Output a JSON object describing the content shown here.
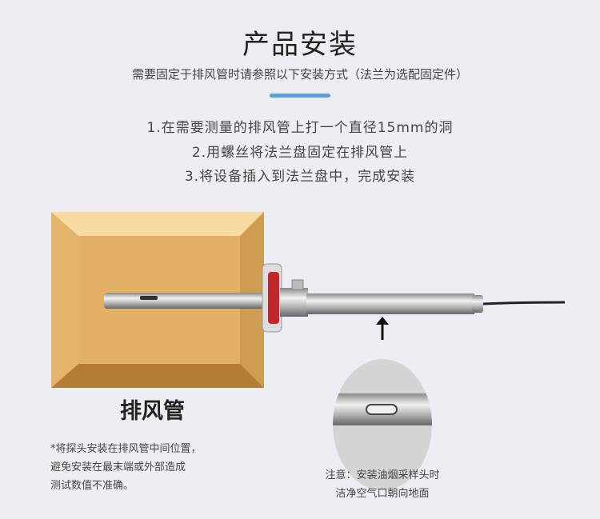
{
  "title": "产品安装",
  "subtitle": "需要固定于排风管时请参照以下安装方式（法兰为选配固定件）",
  "steps": [
    "1.在需要测量的排风管上打一个直径15mm的洞",
    "2.用螺丝将法兰盘固定在排风管上",
    "3.将设备插入到法兰盘中，完成安装"
  ],
  "duct_label": "排风管",
  "left_note": [
    "*将探头安装在排风管中间位置，",
    "避免安装在最末端或外部造成",
    "测试数值不准确。"
  ],
  "right_note": [
    "注意：安装油烟采样头时",
    "洁净空气口朝向地面"
  ],
  "colors": {
    "accent": "#5a9ee0",
    "flange": "#c0282c",
    "duct": "#d9a95a"
  }
}
